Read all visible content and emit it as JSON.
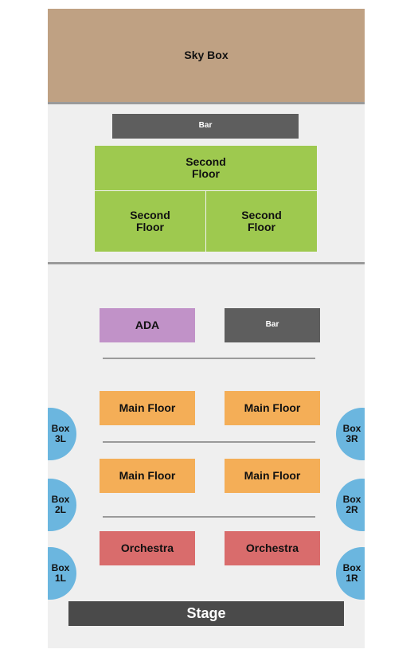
{
  "sections": {
    "sky_box": "Sky Box",
    "bar_top": "Bar",
    "second_floor_center": "Second\nFloor",
    "second_floor_left": "Second\nFloor",
    "second_floor_right": "Second\nFloor",
    "ada": "ADA",
    "bar_main": "Bar",
    "main_floor_front_left": "Main Floor",
    "main_floor_front_right": "Main Floor",
    "main_floor_rear_left": "Main Floor",
    "main_floor_rear_right": "Main Floor",
    "orchestra_left": "Orchestra",
    "orchestra_right": "Orchestra",
    "stage": "Stage"
  },
  "boxes": {
    "box_3l": "Box\n3L",
    "box_2l": "Box\n2L",
    "box_1l": "Box\n1L",
    "box_3r": "Box\n3R",
    "box_2r": "Box\n2R",
    "box_1r": "Box\n1R"
  },
  "colors": {
    "sky_box": "#bfa183",
    "bar": "#5e5e5e",
    "second_floor": "#9ec94f",
    "ada": "#c192c8",
    "main_floor": "#f4ae57",
    "orchestra": "#d96c6c",
    "box": "#6bb6df",
    "stage": "#4a4a4a"
  }
}
